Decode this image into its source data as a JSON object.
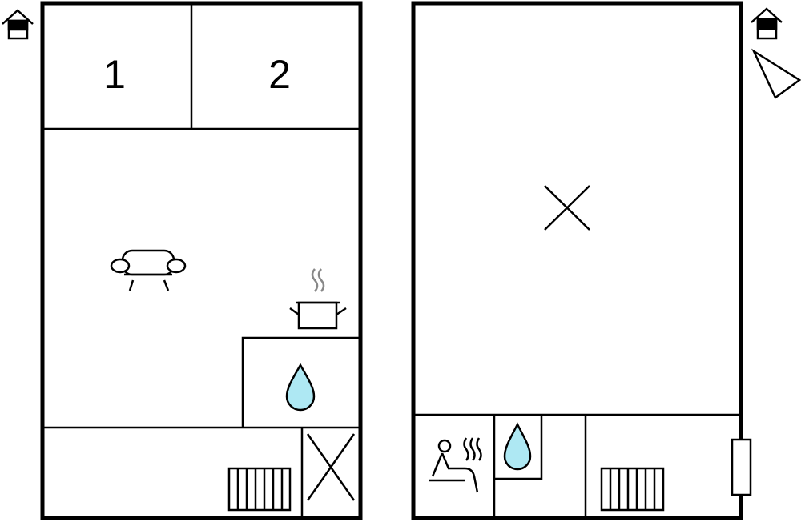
{
  "floor_plan": {
    "rooms": [
      {
        "label": "1"
      },
      {
        "label": "2"
      }
    ],
    "colors": {
      "wall": "#000000",
      "water": "#aee8f3",
      "steam": "#888888"
    },
    "icons": [
      "floor-level-icon",
      "bedroom-number",
      "sofa-icon",
      "cooking-pot-icon",
      "water-drop-icon",
      "radiator-icon",
      "cross-icon",
      "sauna-icon",
      "compass-icon",
      "window-icon"
    ]
  }
}
